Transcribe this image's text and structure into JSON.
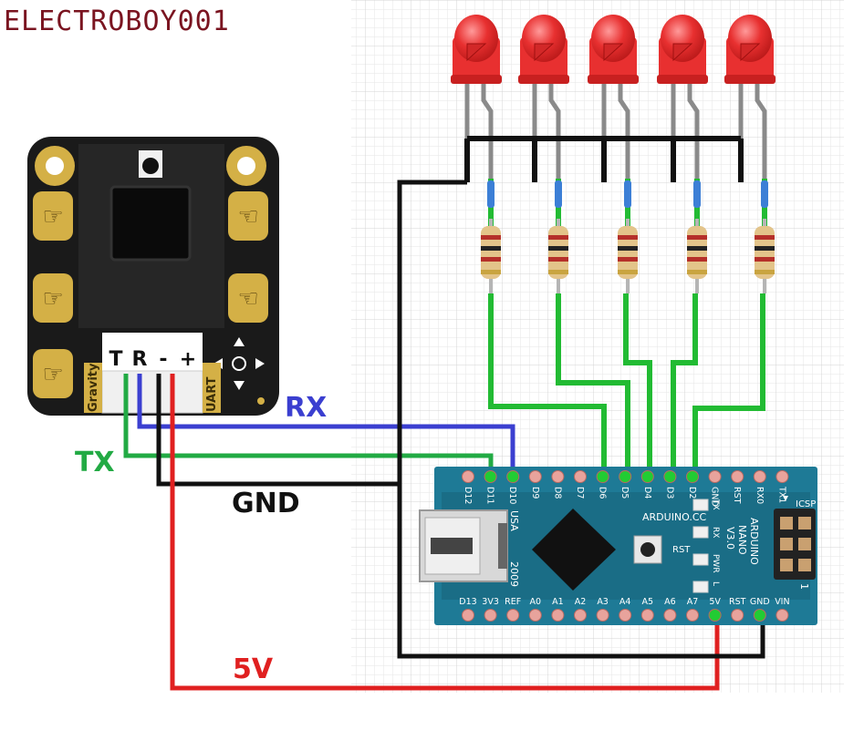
{
  "brand": "ELECTROBOY001",
  "sensor": {
    "connector_pins": [
      "T",
      "R",
      "-",
      "+"
    ],
    "side_labels": [
      "Gravity",
      "UART"
    ]
  },
  "wire_labels": {
    "rx": "RX",
    "tx": "TX",
    "gnd": "GND",
    "v5": "5V"
  },
  "wire_colors": {
    "rx": "#3b3fd0",
    "tx": "#22aa44",
    "gnd": "#111111",
    "v5": "#e02020",
    "green": "#22bb33"
  },
  "leds": {
    "count": 5,
    "color": "#e83030"
  },
  "nano": {
    "top_pins": [
      "D12",
      "D11",
      "D10",
      "D9",
      "D8",
      "D7",
      "D6",
      "D5",
      "D4",
      "D3",
      "D2",
      "GND",
      "RST",
      "RX0",
      "TX1"
    ],
    "bottom_pins": [
      "D13",
      "3V3",
      "REF",
      "A0",
      "A1",
      "A2",
      "A3",
      "A4",
      "A5",
      "A6",
      "A7",
      "5V",
      "RST",
      "GND",
      "VIN"
    ],
    "silk_arduino_cc": "ARDUINO.CC",
    "silk_model": [
      "ARDUINO",
      "NANO",
      "V3.0"
    ],
    "silk_usa": "USA",
    "silk_year": "2009",
    "silk_icsp": "ICSP",
    "silk_rst": "RST",
    "silk_one": "1",
    "indicators": [
      "TX",
      "RX",
      "PWR",
      "L"
    ]
  }
}
